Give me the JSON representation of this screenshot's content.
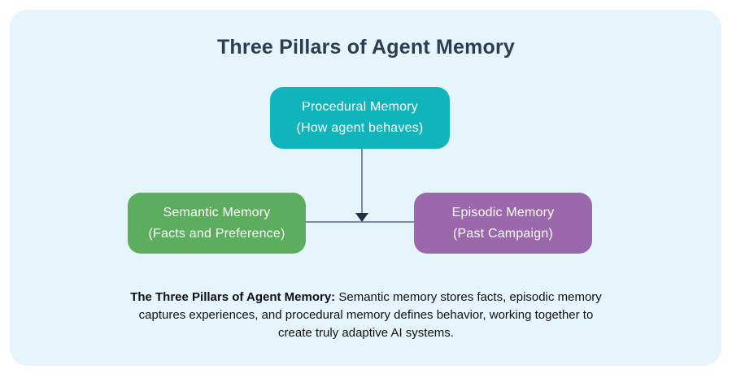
{
  "title": "Three Pillars of Agent Memory",
  "nodes": {
    "procedural": {
      "line1": "Procedural Memory",
      "line2": "(How agent behaves)",
      "color": "#10b5bc"
    },
    "semantic": {
      "line1": "Semantic Memory",
      "line2": "(Facts and Preference)",
      "color": "#5dad5e"
    },
    "episodic": {
      "line1": "Episodic Memory",
      "line2": "(Past Campaign)",
      "color": "#9b68ac"
    }
  },
  "connectors": {
    "description": "arrow from procedural node down to horizontal line joining semantic and episodic nodes",
    "line_color": "#7b8da0",
    "arrow_color": "#21303f"
  },
  "caption": {
    "lead": "The Three Pillars of Agent Memory:",
    "body": "Semantic memory stores facts, episodic memory captures experiences, and procedural memory defines behavior, working together to create truly adaptive AI systems."
  },
  "colors": {
    "card_background": "#e6f4fb",
    "page_background": "#ffffff",
    "title_text": "#2d3c51",
    "node_text": "#ffffff",
    "caption_text": "#101010"
  }
}
